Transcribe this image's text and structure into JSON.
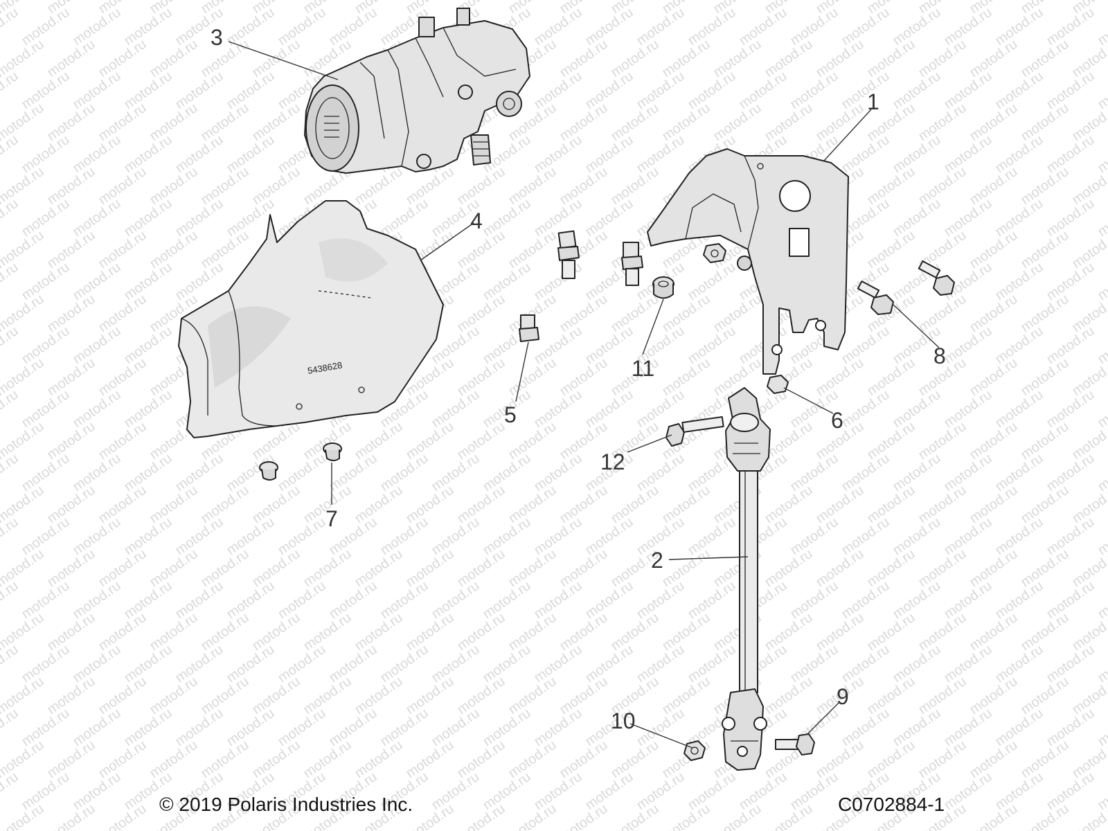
{
  "callouts": [
    {
      "id": "1",
      "label": "1"
    },
    {
      "id": "2",
      "label": "2"
    },
    {
      "id": "3",
      "label": "3"
    },
    {
      "id": "4",
      "label": "4"
    },
    {
      "id": "5",
      "label": "5"
    },
    {
      "id": "6",
      "label": "6"
    },
    {
      "id": "7",
      "label": "7"
    },
    {
      "id": "8",
      "label": "8"
    },
    {
      "id": "9",
      "label": "9"
    },
    {
      "id": "10",
      "label": "10"
    },
    {
      "id": "11",
      "label": "11"
    },
    {
      "id": "12",
      "label": "12"
    }
  ],
  "shield_part_number": "5438628",
  "watermark_text": "motod.ru",
  "footer": {
    "copyright": "© 2019 Polaris Industries Inc.",
    "diagram_code": "C0702884-1"
  }
}
